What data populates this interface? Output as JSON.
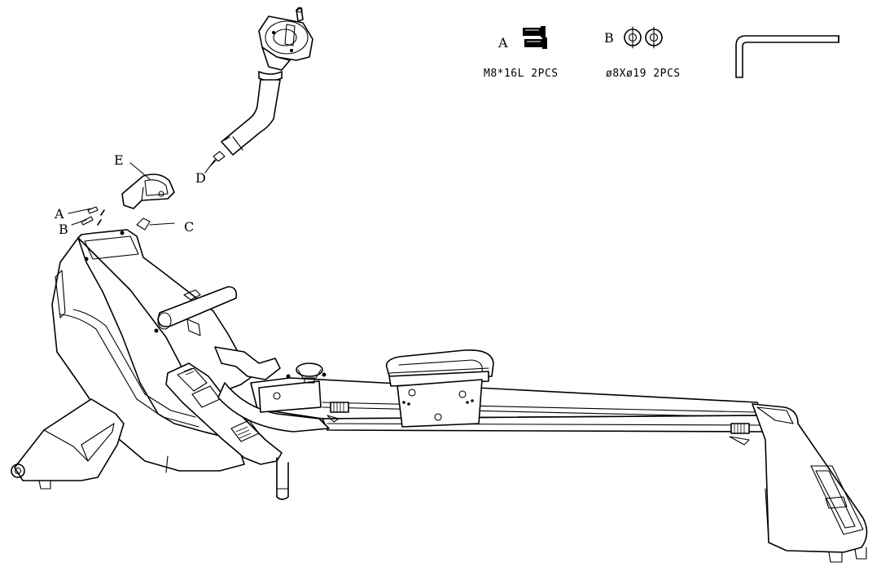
{
  "diagram": {
    "hardware": {
      "a": {
        "letter": "A",
        "spec": "M8*16L 2PCS",
        "icon": "bolt-icon"
      },
      "b": {
        "letter": "B",
        "spec": "ø8Xø19 2PCS",
        "icon": "washer-icon"
      },
      "tool_icon": "allen-key-icon"
    },
    "callouts": {
      "a": "A",
      "b": "B",
      "c": "C",
      "d": "D",
      "e": "E"
    }
  }
}
